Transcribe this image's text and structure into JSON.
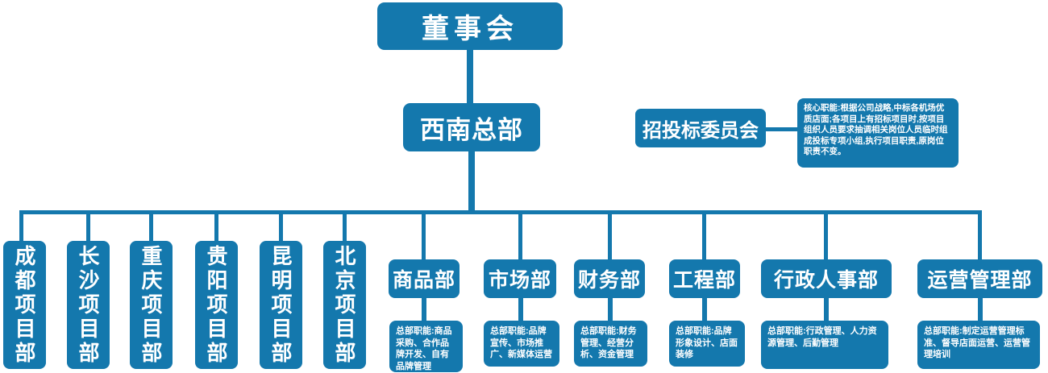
{
  "org": {
    "root": "董事会",
    "headquarters": "西南总部",
    "committee": {
      "label": "招投标委员会",
      "note": "核心职能:根据公司战略,中标各机场优质店面;各项目上有招标项目时,按项目组织人员要求抽调相关岗位人员临时组成投标专项小组,执行项目职责,原岗位职责不变。"
    },
    "project_offices": [
      "成都项目部",
      "长沙项目部",
      "重庆项目部",
      "贵阳项目部",
      "昆明项目部",
      "北京项目部"
    ],
    "departments": [
      {
        "label": "商品部",
        "note": "总部职能:商品采购、合作品牌开发、自有品牌管理"
      },
      {
        "label": "市场部",
        "note": "总部职能:品牌宣传、市场推广、新媒体运营"
      },
      {
        "label": "财务部",
        "note": "总部职能:财务管理、经营分析、资金管理"
      },
      {
        "label": "工程部",
        "note": "总部职能:品牌形象设计、店面装修"
      },
      {
        "label": "行政人事部",
        "note": "总部职能:行政管理、人力资源管理、后勤管理"
      },
      {
        "label": "运营管理部",
        "note": "总部职能:制定运营管理标准、督导店面运营、运营管理培训"
      }
    ],
    "colors": {
      "node_fill": "#1478ad",
      "node_text": "#ffffff",
      "background": "#ffffff"
    }
  }
}
